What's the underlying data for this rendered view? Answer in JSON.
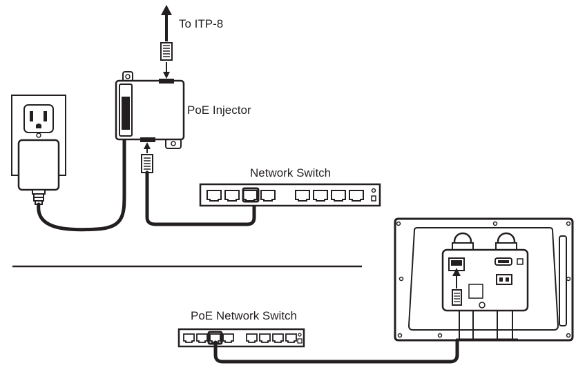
{
  "labels": {
    "to_itp": "To ITP-8",
    "poe_injector": "PoE Injector",
    "network_switch": "Network Switch",
    "poe_network_switch": "PoE Network Switch"
  },
  "colors": {
    "ink": "#231f20",
    "background": "#ffffff"
  },
  "icons": {
    "outlet": "wall-outlet-icon",
    "adapter": "power-adapter-icon",
    "injector": "poe-injector-icon",
    "switch": "network-switch-icon",
    "poe_switch": "poe-network-switch-icon",
    "device": "itp-8-rear-panel-icon",
    "connector": "rj45-connector-icon",
    "arrow": "arrow-icon"
  }
}
